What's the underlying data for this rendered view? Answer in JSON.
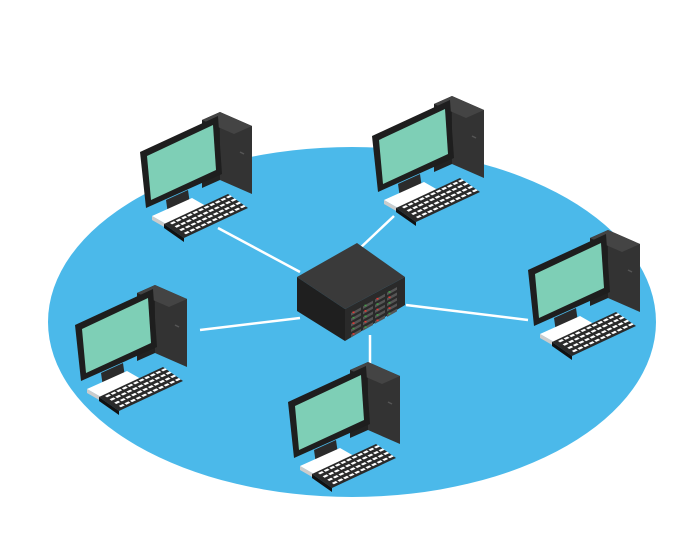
{
  "diagram": {
    "topology": "star",
    "hub": {
      "icon": "server-rack-icon"
    },
    "nodes": [
      {
        "id": "pc-1",
        "icon": "desktop-computer-icon"
      },
      {
        "id": "pc-2",
        "icon": "desktop-computer-icon"
      },
      {
        "id": "pc-3",
        "icon": "desktop-computer-icon"
      },
      {
        "id": "pc-4",
        "icon": "desktop-computer-icon"
      },
      {
        "id": "pc-5",
        "icon": "desktop-computer-icon"
      }
    ],
    "links": [
      {
        "from": "hub",
        "to": "pc-1"
      },
      {
        "from": "hub",
        "to": "pc-2"
      },
      {
        "from": "hub",
        "to": "pc-3"
      },
      {
        "from": "hub",
        "to": "pc-4"
      },
      {
        "from": "hub",
        "to": "pc-5"
      }
    ]
  },
  "colors": {
    "background": "#ffffff",
    "platform": "#4BB9EA",
    "link": "#ffffff",
    "screen": "#7ECFB6",
    "bezel": "#1E1E1E",
    "tower_dark": "#222222",
    "tower_side": "#333333",
    "key": "#ffffff",
    "base": "#ffffff",
    "led_red": "#E53935",
    "led_green": "#43A047"
  }
}
